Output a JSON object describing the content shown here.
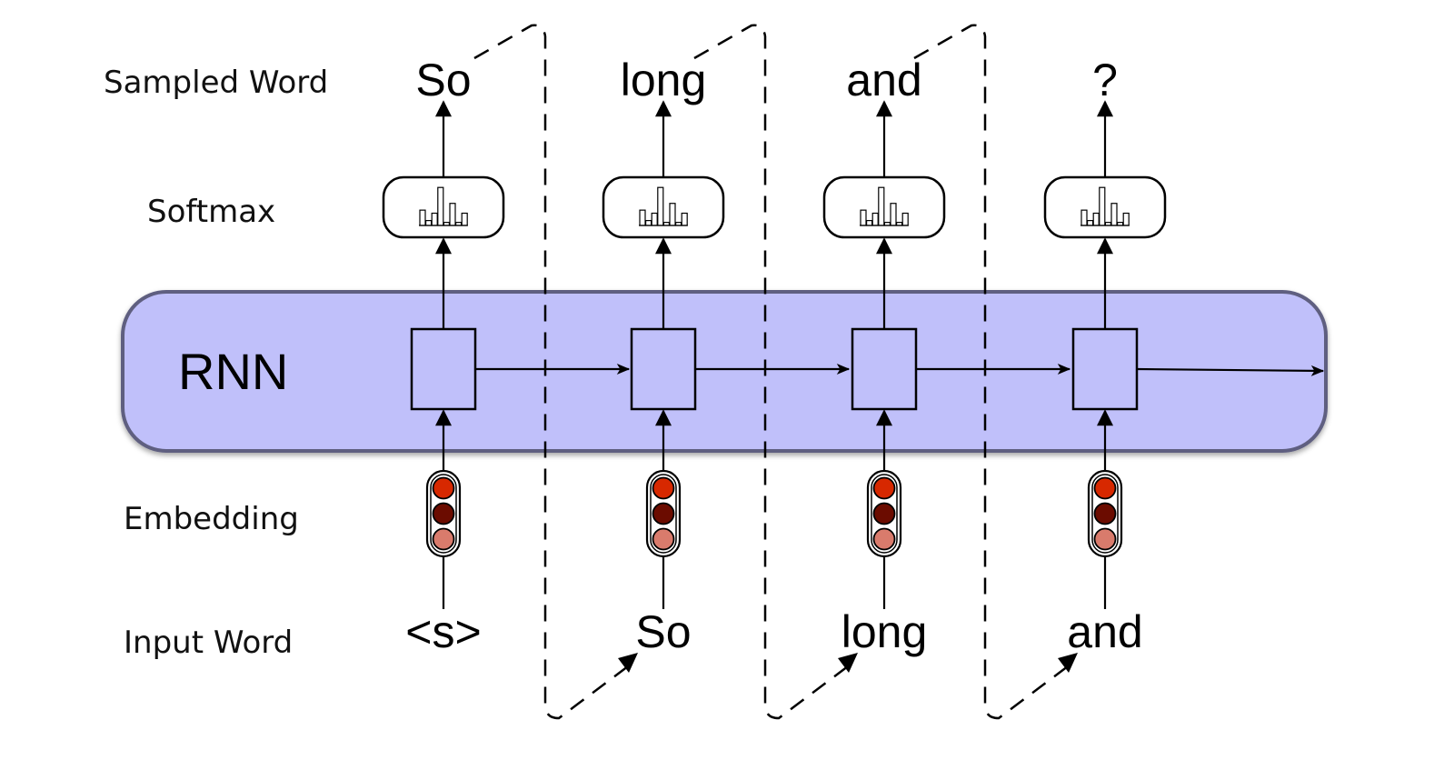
{
  "diagram": {
    "title": "RNN language model autoregressive sampling",
    "row_labels": {
      "sampled_word": "Sampled Word",
      "softmax": "Softmax",
      "rnn": "RNN",
      "embedding": "Embedding",
      "input_word": "Input Word"
    },
    "steps": [
      {
        "input_word": "<s>",
        "sampled_word": "So"
      },
      {
        "input_word": "So",
        "sampled_word": "long"
      },
      {
        "input_word": "long",
        "sampled_word": "and"
      },
      {
        "input_word": "and",
        "sampled_word": "?"
      }
    ],
    "softmax_histogram": [
      0.25,
      0.08,
      0.2,
      0.62,
      0.05,
      0.36,
      0.05,
      0.2
    ],
    "colors": {
      "rnn_fill": "#c0c0fa",
      "rnn_border": "#5f5f80",
      "embedding_top": "#d72800",
      "embedding_mid": "#6b0c00",
      "embedding_bottom": "#d97b6c"
    }
  }
}
